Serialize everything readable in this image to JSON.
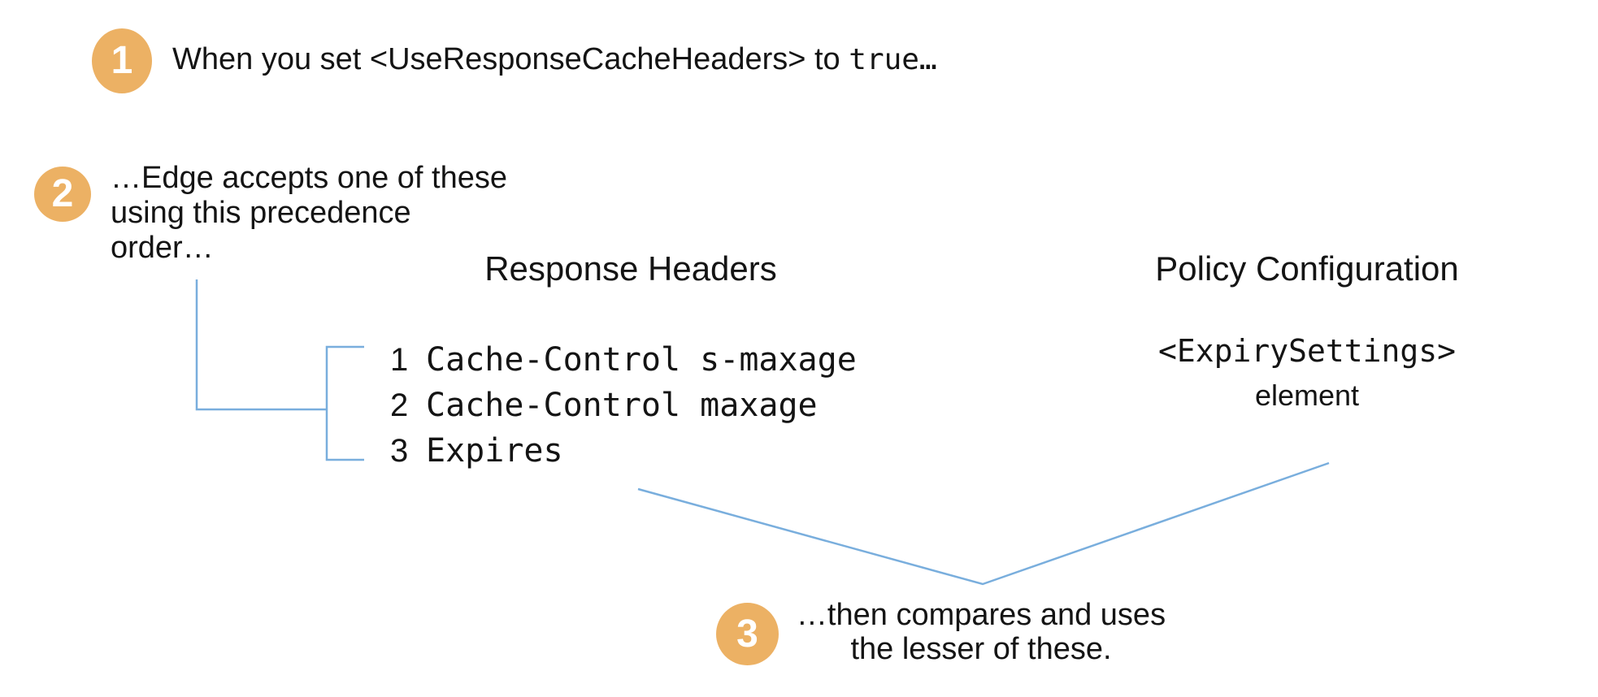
{
  "colors": {
    "badge_orange": "#ECB164",
    "line_blue": "#79AEDD",
    "text": "#141414",
    "background": "#FFFFFF"
  },
  "steps": [
    {
      "badge": "1",
      "text": "When you set <UseResponseCacheHeaders> to ",
      "code": "true…"
    },
    {
      "badge": "2",
      "lines": [
        "…Edge accepts one of these",
        "using this precedence",
        "order…"
      ]
    },
    {
      "badge": "3",
      "lines": [
        "…then compares and uses",
        "the lesser of these."
      ]
    }
  ],
  "response_headers": {
    "title": "Response Headers",
    "items": [
      {
        "num": "1",
        "name": "Cache-Control s-maxage"
      },
      {
        "num": "2",
        "name": "Cache-Control maxage"
      },
      {
        "num": "3",
        "name": "Expires"
      }
    ]
  },
  "policy_configuration": {
    "title": "Policy Configuration",
    "code": "<ExpirySettings>",
    "caption": "element"
  }
}
